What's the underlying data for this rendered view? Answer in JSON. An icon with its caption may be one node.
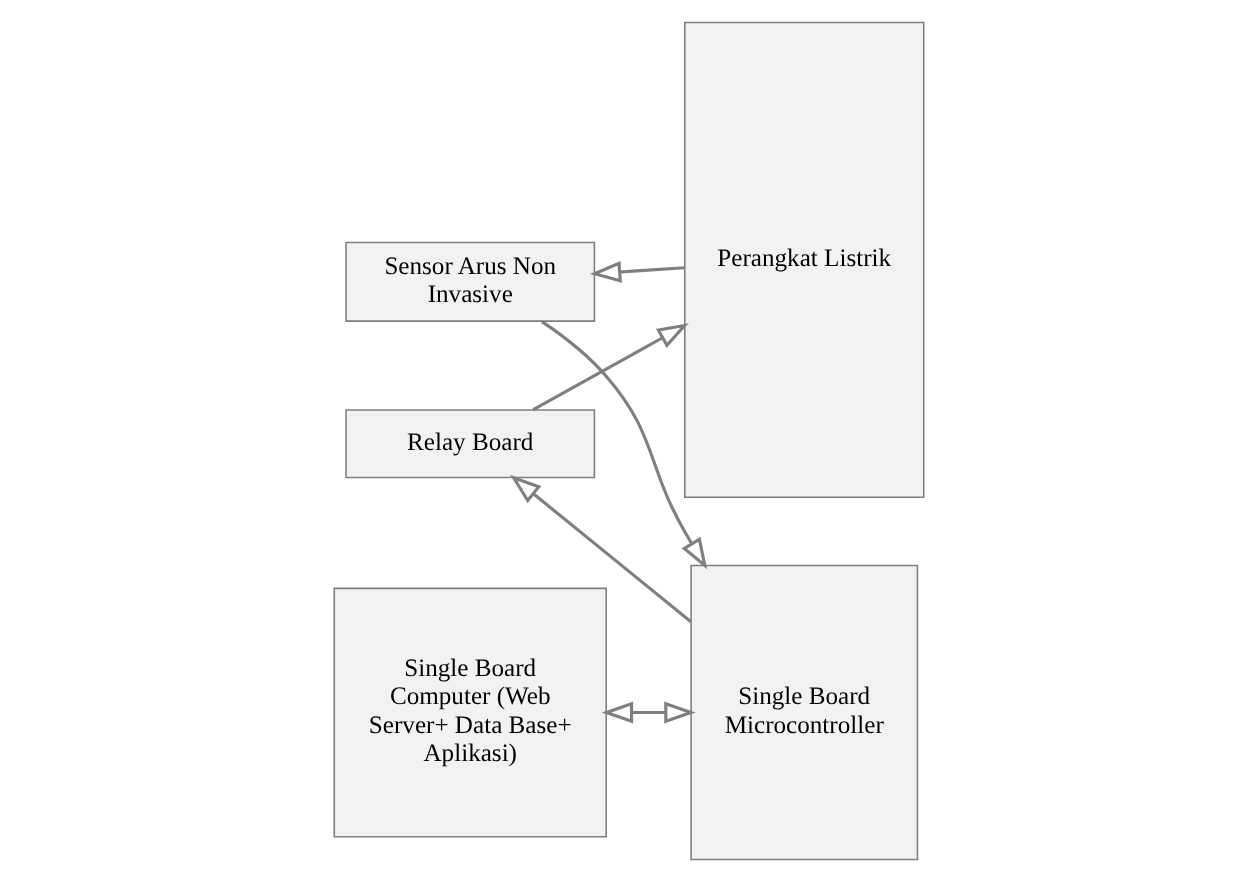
{
  "diagram": {
    "nodes": [
      {
        "text": [
          "Relay Board"
        ]
      },
      {
        "text": [
          "Perangkat Listrik"
        ]
      },
      {
        "text": [
          "Single Board Computer (Web Server+ Data Base+ Aplikasi)"
        ]
      },
      {
        "text": [
          "Single Board Microcontroller"
        ]
      },
      {
        "text": [
          "Sensor Arus Non Invasive"
        ]
      }
    ],
    "edges": [
      {
        "from": 3,
        "to": 0,
        "arrow": "to"
      },
      {
        "from": 0,
        "to": 1,
        "arrow": "to"
      },
      {
        "from": 2,
        "to": 3,
        "arrow": "both"
      },
      {
        "from": 4,
        "to": 3,
        "arrow": "to"
      },
      {
        "from": 1,
        "to": 4,
        "arrow": "to"
      }
    ]
  }
}
